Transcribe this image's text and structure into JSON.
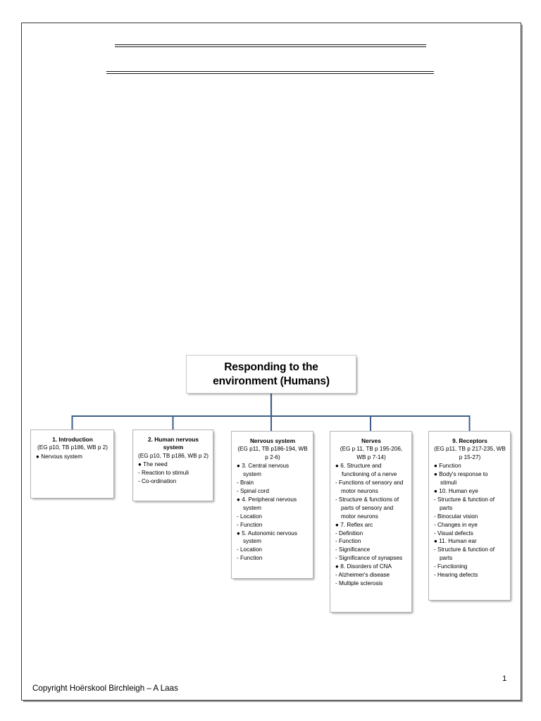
{
  "page": {
    "rules": [
      "top-rule",
      "second-rule"
    ],
    "page_number": "1",
    "footer": "Copyright Hoërskool Birchleigh – A Laas"
  },
  "chart_data": {
    "type": "diagram",
    "diagram_type": "organisational-tree",
    "title": "Responding to the environment (Humans)",
    "accent_color": "#3d5f8a",
    "root": {
      "label": "Responding to the environment (Humans)"
    },
    "children": [
      {
        "heading": "1. Introduction",
        "reference": "(EG p10, TB p186, WB p 2)",
        "items": [
          {
            "marker": "bullet",
            "text": "Nervous system"
          }
        ]
      },
      {
        "heading": "2. Human nervous system",
        "reference": "(EG p10, TB p186, WB p 2)",
        "items": [
          {
            "marker": "bullet",
            "text": "The need"
          },
          {
            "marker": "dash",
            "text": "Reaction to stimuli"
          },
          {
            "marker": "dash",
            "text": "Co-ordination"
          }
        ]
      },
      {
        "heading": "Nervous system",
        "reference": "(EG p11, TB p186-194, WB p 2-6)",
        "items": [
          {
            "marker": "bullet",
            "text": "3. Central nervous system"
          },
          {
            "marker": "dash",
            "text": "Brain"
          },
          {
            "marker": "dash",
            "text": "Spinal cord"
          },
          {
            "marker": "bullet",
            "text": "4. Peripheral nervous system"
          },
          {
            "marker": "dash",
            "text": "Location"
          },
          {
            "marker": "dash",
            "text": "Function"
          },
          {
            "marker": "bullet",
            "text": "5. Autonomic nervous system"
          },
          {
            "marker": "dash",
            "text": "Location"
          },
          {
            "marker": "dash",
            "text": "Function"
          }
        ]
      },
      {
        "heading": "Nerves",
        "reference": "(EG p 11, TB p 195-206, WB p 7-14)",
        "items": [
          {
            "marker": "bullet",
            "text": "6. Structure and functioning of a nerve"
          },
          {
            "marker": "dash",
            "text": "Functions of sensory and motor neurons"
          },
          {
            "marker": "dash",
            "text": "Structure & functions of parts of sensory and motor neurons"
          },
          {
            "marker": "bullet",
            "text": "7. Reflex arc"
          },
          {
            "marker": "dash",
            "text": "Definition"
          },
          {
            "marker": "dash",
            "text": "Function"
          },
          {
            "marker": "dash",
            "text": "Significance"
          },
          {
            "marker": "dash",
            "text": "Significance of synapses"
          },
          {
            "marker": "bullet",
            "text": "8. Disorders of CNA"
          },
          {
            "marker": "dash",
            "text": "Alzheimer's disease"
          },
          {
            "marker": "dash",
            "text": "Multiple sclerosis"
          }
        ]
      },
      {
        "heading": "9. Receptors",
        "reference": "(EG p11, TB p 217-235, WB p 15-27)",
        "items": [
          {
            "marker": "bullet",
            "text": "Function"
          },
          {
            "marker": "bullet",
            "text": "Body's response to stimuli"
          },
          {
            "marker": "bullet",
            "text": "10. Human eye"
          },
          {
            "marker": "dash",
            "text": "Structure & function of parts"
          },
          {
            "marker": "dash",
            "text": "Binocular vision"
          },
          {
            "marker": "dash",
            "text": "Changes in eye"
          },
          {
            "marker": "dash",
            "text": "Visual defects"
          },
          {
            "marker": "bullet",
            "text": "11. Human ear"
          },
          {
            "marker": "dash",
            "text": "Structure & function of parts"
          },
          {
            "marker": "dash",
            "text": "Functioning"
          },
          {
            "marker": "dash",
            "text": "Hearing defects"
          }
        ]
      }
    ]
  }
}
